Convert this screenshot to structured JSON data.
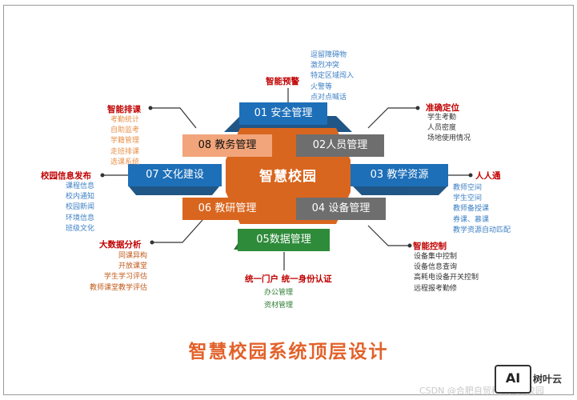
{
  "title": "智慧校园系统顶层设计",
  "center_label": "智慧校园",
  "modules": {
    "m01": "01 安全管理",
    "m02": "02人员管理",
    "m03": "03 教学资源",
    "m04": "04 设备管理",
    "m05": "05数据管理",
    "m06": "06 教研管理",
    "m07": "07 文化建设",
    "m08": "08 教务管理"
  },
  "module_colors": {
    "m01": "#1d6fb8",
    "m02": "#6e6e6e",
    "m03": "#1d6fb8",
    "m04": "#6e6e6e",
    "m05": "#2e8b3a",
    "m06": "#d9661f",
    "m07": "#1d6fb8",
    "m08": "#f2a57a",
    "center": "#d9661f"
  },
  "categories": {
    "smart_alert": {
      "title": "智能预警",
      "items": [
        "逗留障碍物",
        "激烈冲突",
        "特定区域闯入",
        "火警等",
        "点对点喊话"
      ]
    },
    "precise_location": {
      "title": "准确定位",
      "items": [
        "学生考勤",
        "人员密度",
        "场地使用情况"
      ]
    },
    "everyone_access": {
      "title": "人人通",
      "items": [
        "教师空间",
        "学生空间",
        "教师备授课",
        "券课、慕课",
        "教学资源自动匹配"
      ]
    },
    "smart_control": {
      "title": "智能控制",
      "items": [
        "设备集中控制",
        "设备信息查询",
        "高耗电设备开关控制",
        "远程报考勤修"
      ]
    },
    "unified_portal": {
      "title": "统一门户  统一身份认证",
      "items": [
        "办公管理",
        "资材管理"
      ]
    },
    "big_data": {
      "title": "大数据分析",
      "items": [
        "同课异构",
        "开放课堂",
        "学生学习评估",
        "教师课堂教学评估"
      ]
    },
    "campus_info": {
      "title": "校园信息发布",
      "items": [
        "课程信息",
        "校内通知",
        "校园新闻",
        "环境信息",
        "班级文化"
      ]
    },
    "smart_schedule": {
      "title": "智能排课",
      "items": [
        "考勤统计",
        "自助监考",
        "学籍管理",
        "走班排课",
        "选课系统"
      ]
    }
  },
  "watermark": "CSDN @合肥自贸科技智慧校园",
  "logo": {
    "icon_text": "AI",
    "name": "树叶云"
  }
}
